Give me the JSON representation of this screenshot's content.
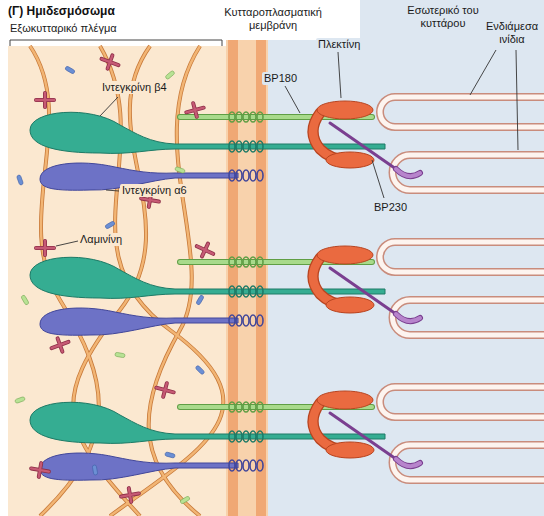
{
  "diagram": {
    "title": "(Γ) Ημιδεσμόσωμα",
    "labels": [
      "Εξωκυτταρικό πλέγμα",
      "Κυτταροπλασματική μεμβράνη",
      "Εσωτερικό του κυττάρου",
      "Ενδιάμεσα ινίδια",
      "Πλεκτίνη",
      "BP180",
      "Ιντεγκρίνη β4",
      "BP230",
      "Ιντεγκρίνη α6",
      "Λαμινίνη"
    ]
  }
}
